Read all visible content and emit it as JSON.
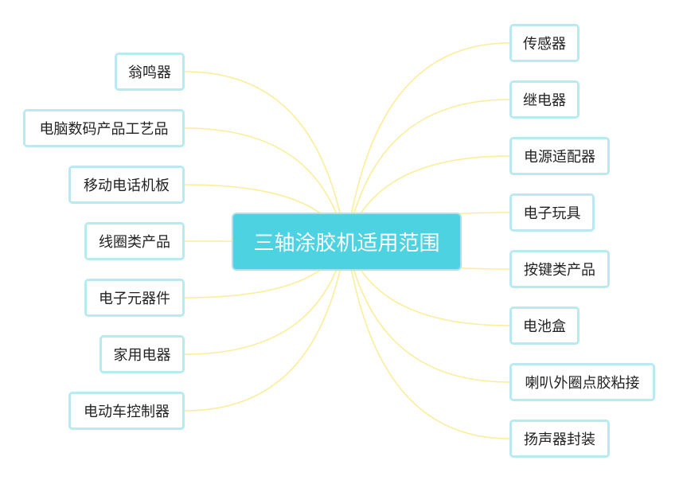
{
  "center": {
    "label": "三轴涂胶机适用范围"
  },
  "left_branches": [
    {
      "label": "翁鸣器"
    },
    {
      "label": "电脑数码产品工艺品"
    },
    {
      "label": "移动电话机板"
    },
    {
      "label": "线圈类产品"
    },
    {
      "label": "电子元器件"
    },
    {
      "label": "家用电器"
    },
    {
      "label": "电动车控制器"
    }
  ],
  "right_branches": [
    {
      "label": "传感器"
    },
    {
      "label": "继电器"
    },
    {
      "label": "电源适配器"
    },
    {
      "label": "电子玩具"
    },
    {
      "label": "按键类产品"
    },
    {
      "label": "电池盒"
    },
    {
      "label": "喇叭外圈点胶粘接"
    },
    {
      "label": "扬声器封装"
    }
  ],
  "colors": {
    "center_fill": "#4dd2e2",
    "node_border": "#b8eaf0",
    "link_stroke": "#fbee9a"
  }
}
